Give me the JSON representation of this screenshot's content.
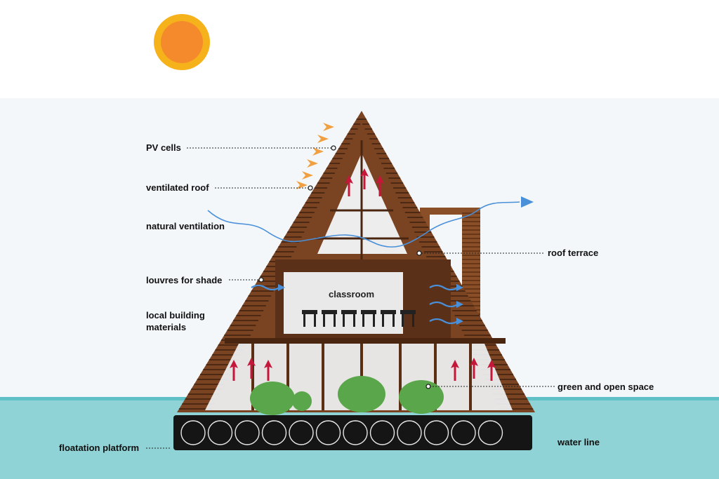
{
  "colors": {
    "sky": "#f4f8fb",
    "water": "#8fd3d6",
    "water_dark": "#4fb3b8",
    "wood": "#6b3b1e",
    "wood_light": "#9a5b30",
    "sun_outer": "#f6b21b",
    "sun_inner": "#f58a2c",
    "heat_arrow": "#f0a040",
    "air_arrow": "#c4173a",
    "wind": "#4a90d9",
    "tree": "#5aa64a",
    "platform": "#151515"
  },
  "labels": {
    "pv_cells": "PV cells",
    "ventilated_roof": "ventilated roof",
    "natural_ventilation": "natural ventilation",
    "louvres": "louvres for shade",
    "local_materials": "local building materials",
    "roof_terrace": "roof terrace",
    "classroom": "classroom",
    "green_space": "green and open space",
    "water_line": "water line",
    "floatation": "floatation platform"
  },
  "icons": [
    "sun-icon",
    "heat-arrow-icon",
    "hot-air-arrow-icon",
    "wind-arrow-icon",
    "tree-icon",
    "float-barrel-icon"
  ]
}
